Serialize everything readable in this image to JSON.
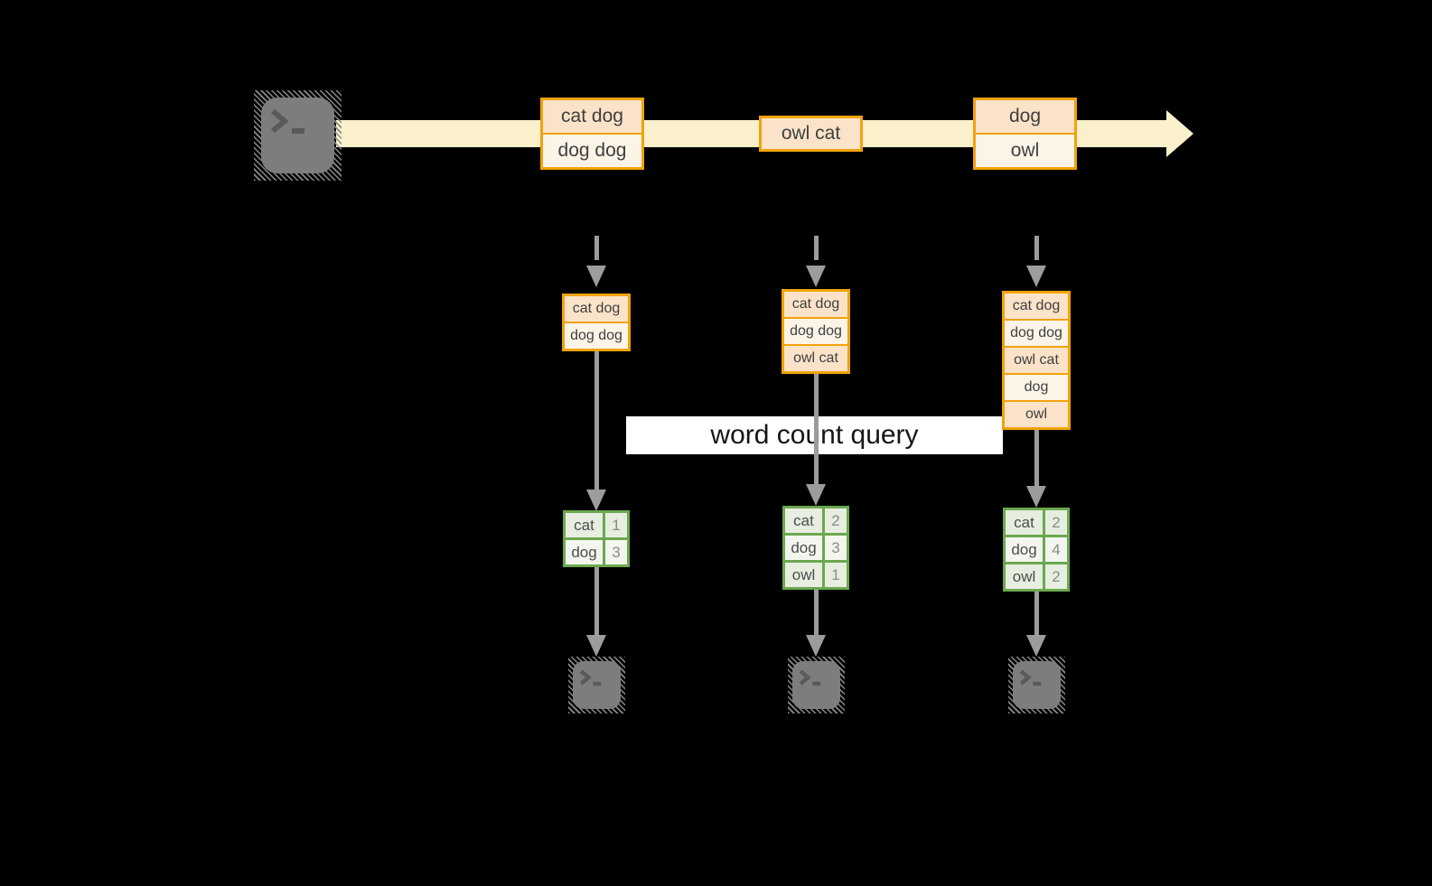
{
  "banner": {
    "label": "word count query"
  },
  "stream": {
    "source_icon": "terminal-icon",
    "sink_icon": "terminal-icon",
    "messages": [
      {
        "cells": [
          "cat dog",
          "dog dog"
        ]
      },
      {
        "cells": [
          "owl cat"
        ]
      },
      {
        "cells": [
          "dog",
          "owl"
        ]
      }
    ]
  },
  "columns": [
    {
      "state": [
        "cat dog",
        "dog dog"
      ],
      "counts": [
        [
          "cat",
          "1"
        ],
        [
          "dog",
          "3"
        ]
      ]
    },
    {
      "state": [
        "cat dog",
        "dog dog",
        "owl cat"
      ],
      "counts": [
        [
          "cat",
          "2"
        ],
        [
          "dog",
          "3"
        ],
        [
          "owl",
          "1"
        ]
      ]
    },
    {
      "state": [
        "cat dog",
        "dog dog",
        "owl cat",
        "dog",
        "owl"
      ],
      "counts": [
        [
          "cat",
          "2"
        ],
        [
          "dog",
          "4"
        ],
        [
          "owl",
          "2"
        ]
      ]
    }
  ],
  "colors": {
    "background": "#000000",
    "stream_fill": "#FAF0CC",
    "box_border": "#F0A30A",
    "box_fill_peach": "#FAE3C8",
    "box_fill_cream": "#FDF4E8",
    "table_border": "#6BA84F",
    "table_fill_green": "#E7EEE0",
    "table_fill_light": "#F2F6EE",
    "arrow_gray": "#9C9C9C",
    "terminal_gray": "#7D7D7D",
    "banner_bg": "#FFFFFF"
  }
}
